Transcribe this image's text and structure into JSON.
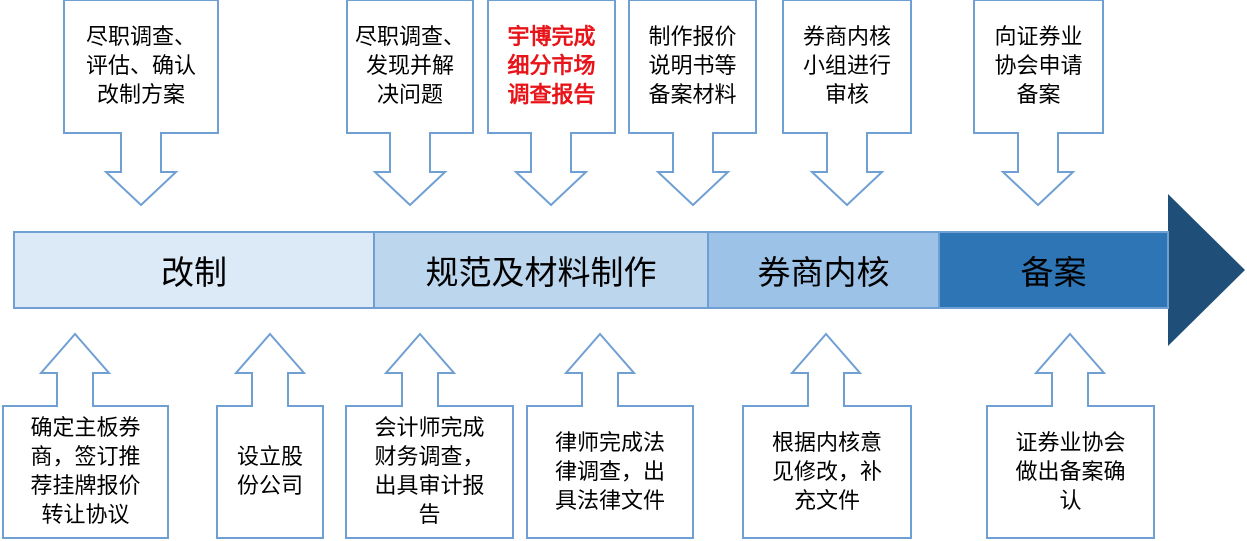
{
  "stages": [
    {
      "label": "改制",
      "color": "#dce9f6"
    },
    {
      "label": "规范及材料制作",
      "color": "#bcd6ee"
    },
    {
      "label": "券商内核",
      "color": "#9cc2e7"
    },
    {
      "label": "备案",
      "color": "#2e75b6"
    }
  ],
  "top_steps": [
    {
      "text": "尽职调查、\n评估、确认\n改制方案"
    },
    {
      "text": "尽职调查、\n发现并解\n决问题"
    },
    {
      "text": "宇博完成\n细分市场\n调查报告",
      "highlight": true
    },
    {
      "text": "制作报价\n说明书等\n备案材料"
    },
    {
      "text": "券商内核\n小组进行\n审核"
    },
    {
      "text": "向证券业\n协会申请\n备案"
    }
  ],
  "bottom_steps": [
    {
      "text": "确定主板券\n商，签订推\n荐挂牌报价\n转让协议"
    },
    {
      "text": "设立股\n份公司"
    },
    {
      "text": "会计师完成\n财务调查，\n出具审计报\n告"
    },
    {
      "text": "律师完成法\n律调查，出\n具法律文件"
    },
    {
      "text": "根据内核意\n见修改，补\n充文件"
    },
    {
      "text": "证券业协会\n做出备案确\n认"
    }
  ],
  "colors": {
    "outline": "#6f9fd3",
    "arrow_head": "#1f4e79",
    "highlight_text": "#e8141a"
  }
}
